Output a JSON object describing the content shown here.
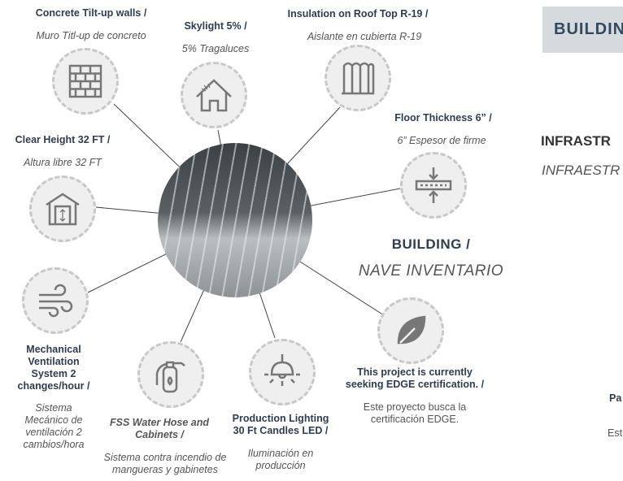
{
  "features": [
    {
      "title": "Concrete Tilt-up walls /",
      "subtitle": "Muro Titl-up de concreto",
      "icon": "brick-wall-icon"
    },
    {
      "title": "Skylight 5% /",
      "subtitle": "5% Tragaluces",
      "icon": "house-skylight-icon"
    },
    {
      "title": "Insulation on Roof Top R-19 /",
      "subtitle": "Aislante en cubierta R-19",
      "icon": "insulation-roll-icon"
    },
    {
      "title": "Floor Thickness 6” /",
      "subtitle": "6” Espesor de firme",
      "icon": "floor-thickness-icon"
    },
    {
      "title": "Clear Height 32 FT /",
      "subtitle": "Altura libre 32 FT",
      "icon": "clear-height-icon"
    },
    {
      "title_lines": [
        "Mechanical",
        "Ventilation",
        "System 2",
        "changes/hour /"
      ],
      "subtitle_lines": [
        "Sistema",
        "Mecánico de",
        "ventilación 2",
        "cambios/hora"
      ],
      "icon": "wind-icon"
    },
    {
      "title_lines": [
        "FSS Water Hose and",
        "Cabinets /"
      ],
      "subtitle_lines": [
        "Sistema contra incendio de",
        "mangueras y gabinetes"
      ],
      "icon": "fire-extinguisher-icon"
    },
    {
      "title_lines": [
        "Production Lighting",
        "30 Ft Candles LED /"
      ],
      "subtitle_lines": [
        "Iluminación en",
        "producción"
      ],
      "icon": "ceiling-lamp-icon"
    },
    {
      "title_lines": [
        "This project is currently",
        "seeking EDGE certification. /"
      ],
      "subtitle_lines": [
        "Este proyecto busca la",
        "certificación EDGE."
      ],
      "icon": "leaf-icon"
    }
  ],
  "center": {
    "title": "BUILDING /",
    "subtitle": "NAVE INVENTARIO"
  },
  "right": {
    "header": "BUILDIN",
    "title": "INFRASTR",
    "subtitle": "INFRAESTR",
    "frag1": "Pa",
    "frag2": "Est"
  }
}
